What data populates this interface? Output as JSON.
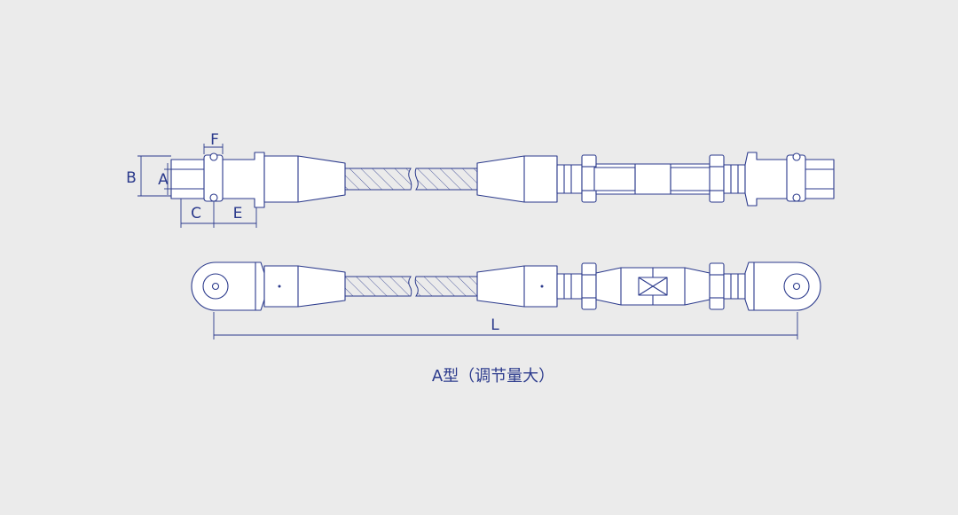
{
  "colors": {
    "background": "#ebebeb",
    "line": "#2b3a8c",
    "fill": "#ffffff"
  },
  "labels": {
    "F": "F",
    "B": "B",
    "A": "A",
    "C": "C",
    "E": "E",
    "L": "L"
  },
  "caption": "A型（调节量大）"
}
